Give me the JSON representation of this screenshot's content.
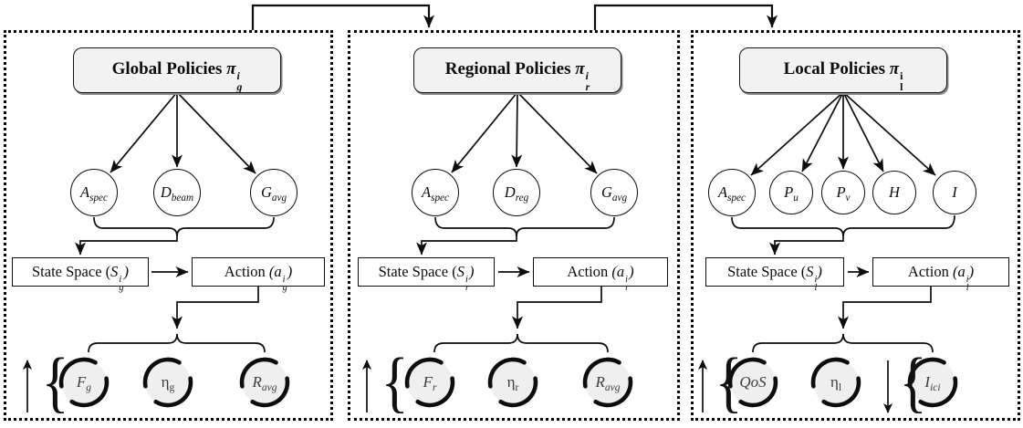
{
  "colors": {
    "title_box_fill": "#f2f2f2",
    "reward_circle_fill": "#efefef",
    "line": "#0d0d0d"
  },
  "icons": {
    "left_brace": "{",
    "up_arrow": "↑",
    "down_arrow": "↓"
  },
  "panels": [
    {
      "id": "global",
      "title": [
        {
          "t": "Global Policies ",
          "cls": "b"
        },
        {
          "t": "π",
          "cls": "bi"
        },
        {
          "up": "i",
          "dn": "g",
          "cls": "bi"
        }
      ],
      "features": [
        [
          {
            "t": "A",
            "cls": "i"
          },
          {
            "t": "spec",
            "cls": "i sb"
          }
        ],
        [
          {
            "t": "D",
            "cls": "i"
          },
          {
            "t": "beam",
            "cls": "i sb"
          }
        ],
        [
          {
            "t": "G",
            "cls": "i"
          },
          {
            "t": "avg",
            "cls": "i sb"
          }
        ]
      ],
      "state_label": [
        {
          "t": "State Space ("
        },
        {
          "t": "S",
          "cls": "i"
        },
        {
          "up": "i",
          "dn": "g",
          "cls": "i"
        },
        {
          "t": ")",
          "cls": "i"
        }
      ],
      "action_label": [
        {
          "t": "Action "
        },
        {
          "t": "(a",
          "cls": "i"
        },
        {
          "up": "i",
          "dn": "g",
          "cls": "i"
        },
        {
          "t": ")",
          "cls": "i"
        }
      ],
      "rewards": [
        [
          {
            "t": "F",
            "cls": "i"
          },
          {
            "t": "g",
            "cls": "i sb"
          }
        ],
        [
          {
            "t": "η"
          },
          {
            "t": "g",
            "cls": "sb"
          }
        ],
        [
          {
            "t": "R",
            "cls": "i"
          },
          {
            "t": "avg",
            "cls": "i sb"
          }
        ]
      ],
      "reward_trend": "increase"
    },
    {
      "id": "regional",
      "title": [
        {
          "t": "Regional Policies ",
          "cls": "b"
        },
        {
          "t": "π",
          "cls": "bi"
        },
        {
          "up": "i",
          "dn": "r",
          "cls": "bi"
        }
      ],
      "features": [
        [
          {
            "t": "A",
            "cls": "i"
          },
          {
            "t": "spec",
            "cls": "i sb"
          }
        ],
        [
          {
            "t": "D",
            "cls": "i"
          },
          {
            "t": "reg",
            "cls": "i sb"
          }
        ],
        [
          {
            "t": "G",
            "cls": "i"
          },
          {
            "t": "avg",
            "cls": "i sb"
          }
        ]
      ],
      "state_label": [
        {
          "t": "State Space ("
        },
        {
          "t": "S",
          "cls": "i"
        },
        {
          "up": "i",
          "dn": "r",
          "cls": "i"
        },
        {
          "t": ")",
          "cls": "i"
        }
      ],
      "action_label": [
        {
          "t": "Action "
        },
        {
          "t": "(a",
          "cls": "i"
        },
        {
          "up": "i",
          "dn": "r",
          "cls": "i"
        },
        {
          "t": ")",
          "cls": "i"
        }
      ],
      "rewards": [
        [
          {
            "t": "F",
            "cls": "i"
          },
          {
            "t": "r",
            "cls": "i sb"
          }
        ],
        [
          {
            "t": "η"
          },
          {
            "t": "r",
            "cls": "sb"
          }
        ],
        [
          {
            "t": "R",
            "cls": "i"
          },
          {
            "t": "avg",
            "cls": "i sb"
          }
        ]
      ],
      "reward_trend": "increase"
    },
    {
      "id": "local",
      "title": [
        {
          "t": "Local Policies ",
          "cls": "b"
        },
        {
          "t": "π",
          "cls": "bi"
        },
        {
          "up": "i",
          "dn": "l",
          "cls": "b"
        }
      ],
      "features": [
        [
          {
            "t": "A",
            "cls": "i"
          },
          {
            "t": "spec",
            "cls": "i sb"
          }
        ],
        [
          {
            "t": "P",
            "cls": "i"
          },
          {
            "t": "u",
            "cls": "i sb"
          }
        ],
        [
          {
            "t": "P",
            "cls": "i"
          },
          {
            "t": "v",
            "cls": "i sb"
          }
        ],
        [
          {
            "t": "H",
            "cls": "i"
          }
        ],
        [
          {
            "t": "I",
            "cls": "i"
          }
        ]
      ],
      "state_label": [
        {
          "t": "State Space ("
        },
        {
          "t": "S",
          "cls": "i"
        },
        {
          "up": "i",
          "dn": "l",
          "cls": "i"
        },
        {
          "t": ")",
          "cls": "i"
        }
      ],
      "action_label": [
        {
          "t": "Action "
        },
        {
          "t": "(a",
          "cls": "i"
        },
        {
          "up": "i",
          "dn": "l",
          "cls": "i"
        },
        {
          "t": ")",
          "cls": "i"
        }
      ],
      "rewards": [
        [
          {
            "t": "QoS",
            "cls": "i"
          }
        ],
        [
          {
            "t": "η"
          },
          {
            "t": "l",
            "cls": "sb"
          }
        ],
        [
          {
            "t": "I",
            "cls": "i"
          },
          {
            "t": "ici",
            "cls": "i sb"
          }
        ]
      ],
      "reward_trend_qos": "increase",
      "reward_trend_interference": "decrease"
    }
  ]
}
